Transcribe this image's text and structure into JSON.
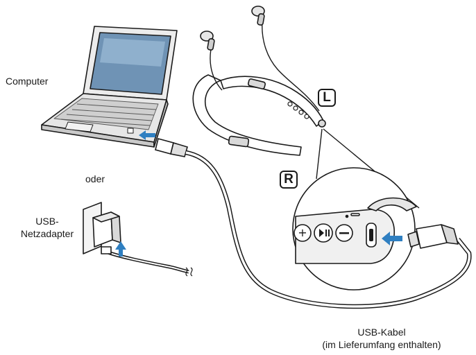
{
  "labels": {
    "computer": "Computer",
    "or": "oder",
    "usb_adapter_line1": "USB-",
    "usb_adapter_line2": "Netzadapter",
    "usb_cable_line1": "USB-Kabel",
    "usb_cable_line2": "(im Lieferumfang enthalten)",
    "left_marker": "L",
    "right_marker": "R"
  },
  "colors": {
    "arrow": "#2f7fc1",
    "screen": "#6f93b5",
    "outline": "#1a1a1a",
    "shade": "#d9d9d9"
  },
  "icons": [
    "laptop-icon",
    "usb-plug-icon",
    "wall-adapter-icon",
    "neckband-headphones-icon",
    "plus-button-icon",
    "play-pause-button-icon",
    "minus-button-icon",
    "usb-port-icon",
    "connect-arrow-icon"
  ]
}
